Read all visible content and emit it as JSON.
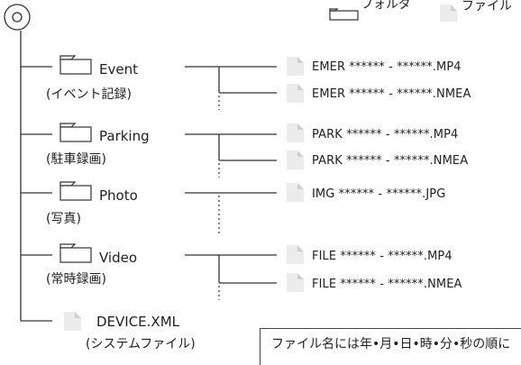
{
  "legend": {
    "folder_label": "フォルダ",
    "file_label": "ファイル"
  },
  "folders": [
    {
      "name": "Event",
      "desc": "(イベント記録)",
      "files": [
        "EMER ****** - ******.MP4",
        "EMER ****** - ******.NMEA"
      ]
    },
    {
      "name": "Parking",
      "desc": "(駐車録画)",
      "files": [
        "PARK  ****** - ******.MP4",
        "PARK  ****** - ******.NMEA"
      ]
    },
    {
      "name": "Photo",
      "desc": "(写真)",
      "files": [
        "IMG ****** - ******.JPG"
      ]
    },
    {
      "name": "Video",
      "desc": "(常時録画)",
      "files": [
        "FILE ****** - ******.MP4",
        "FILE ****** - ******.NMEA"
      ]
    }
  ],
  "root_file": {
    "name": "DEVICE.XML",
    "desc": "(システムファイル)"
  },
  "note": {
    "text": "ファイル名には年•月•日•時•分•秒の順に"
  },
  "colors": {
    "line": "#333333",
    "file_fill": "#ececec",
    "file_fold": "#cfcfcf"
  }
}
